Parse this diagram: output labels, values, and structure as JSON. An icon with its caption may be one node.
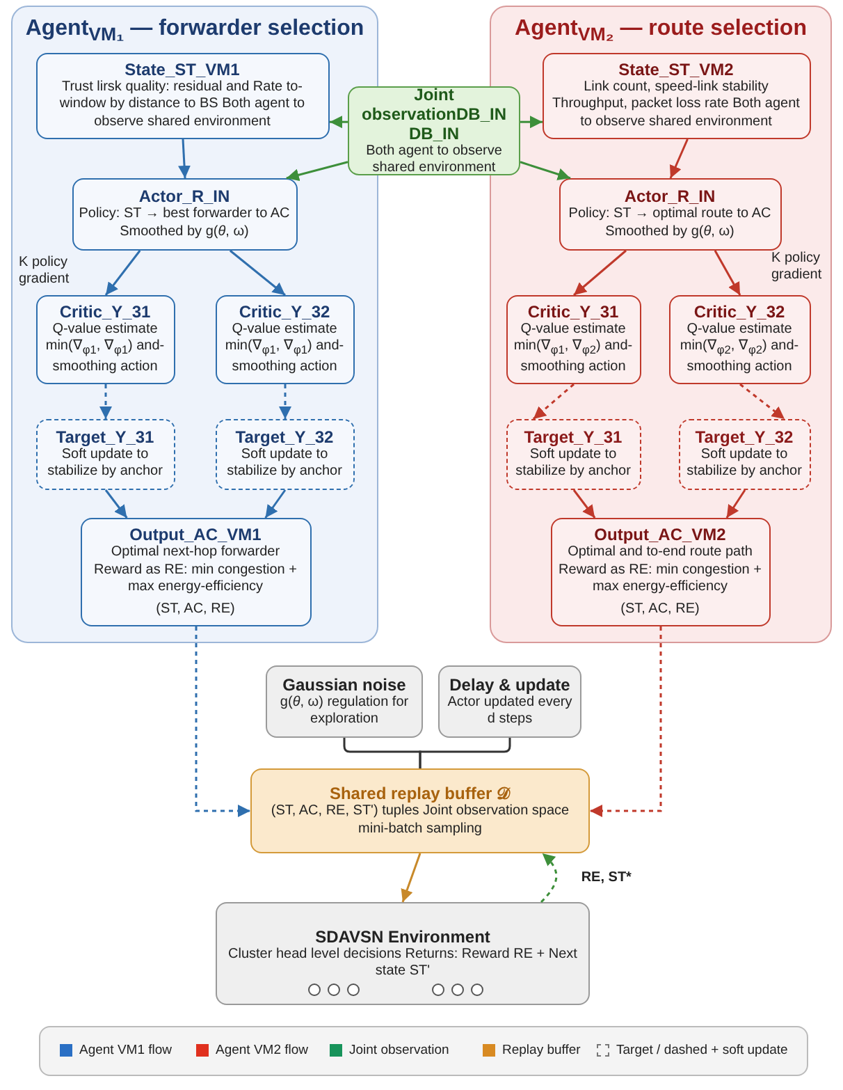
{
  "diagram": {
    "nodes": [
      {
        "text": [
          "Agent$_{VM₁}$ — forwarder selection"
        ]
      },
      {
        "text": [
          "State_ST_VM1",
          "Trust lirsk quality: residual and Rate to-window by distance to BS Both agent to observe shared environment"
        ],
        "in": 0
      },
      {
        "text": [
          "Actor_R_IN",
          "Policy: ST → best forwarder to AC Smoothed by g(*θ*, ω)"
        ],
        "in": 0
      },
      {
        "text": [
          "Critic_Y_31",
          "Q-value estimate min(∇$_{φ1}$, ∇$_{φ1}$) and-smoothing action"
        ],
        "in": 0
      },
      {
        "text": [
          "Critic_Y_32",
          "Q-value estimate min(∇$_{φ1}$, ∇$_{φ1}$) and-smoothing action"
        ],
        "in": 0
      },
      {
        "text": [
          "Target_Y_31",
          "Soft update to stabilize by anchor"
        ],
        "in": 0
      },
      {
        "text": [
          "Target_Y_32",
          "Soft update to stabilize by anchor"
        ],
        "in": 0
      },
      {
        "text": [
          "Output_AC_VM1",
          "Optimal next-hop forwarder Reward as RE: min congestion + max energy-efficiency",
          "(ST, AC, RE)"
        ],
        "in": 0
      },
      {
        "text": [
          "Joint observationDB_IN DB_IN",
          "Both agent to observe shared environment"
        ]
      },
      {
        "text": [
          "Agent$_{VM₂}$ — route selection"
        ]
      },
      {
        "text": [
          "State_ST_VM2",
          "Link count, speed-link stability Throughput, packet loss rate Both agent to observe shared environment"
        ],
        "in": 9
      },
      {
        "text": [
          "Actor_R_IN",
          "Policy: ST → optimal route to AC Smoothed by g(*θ*, ω)"
        ],
        "in": 9
      },
      {
        "text": [
          "Critic_Y_31",
          "Q-value estimate min(∇$_{φ1}$, ∇$_{φ2}$) and-smoothing action"
        ],
        "in": 9
      },
      {
        "text": [
          "Critic_Y_32",
          "Q-value estimate min(∇$_{φ2}$, ∇$_{φ2}$) and-smoothing action"
        ],
        "in": 9
      },
      {
        "text": [
          "Target_Y_31",
          "Soft update to stabilize by anchor"
        ],
        "in": 9
      },
      {
        "text": [
          "Target_Y_32",
          "Soft update to stabilize by anchor"
        ],
        "in": 9
      },
      {
        "text": [
          "Output_AC_VM2",
          "Optimal and to-end route path Reward as RE: min congestion + max energy-efficiency",
          "(ST, AC, RE)"
        ],
        "in": 9
      },
      {
        "text": [
          "Gaussian noise",
          "g(*θ*, ω) regulation for exploration"
        ]
      },
      {
        "text": [
          "Delay & update",
          "Actor updated every d steps"
        ]
      },
      {
        "text": [
          "Shared replay buffer 𝒟",
          "(ST, AC, RE, ST') tuples Joint observation space mini-batch sampling"
        ]
      },
      {
        "text": [
          "SDAVSN Environment",
          "Cluster head level decisions Returns: Reward RE + Next state ST'"
        ]
      }
    ],
    "edges": [
      {
        "from": 1,
        "to": 2,
        "arrow": "to",
        "color": "#2f6fae"
      },
      {
        "from": 8,
        "to": 1,
        "arrow": "to",
        "color": "#3d8f3a"
      },
      {
        "from": 8,
        "to": 2,
        "arrow": "to",
        "color": "#3d8f3a"
      },
      {
        "from": 2,
        "to": 3,
        "arrow": "to",
        "color": "#2f6fae"
      },
      {
        "from": 2,
        "to": 4,
        "arrow": "to",
        "color": "#2f6fae"
      },
      {
        "from": 3,
        "to": 5,
        "arrow": "to",
        "style": "dashed",
        "color": "#2f6fae"
      },
      {
        "from": 4,
        "to": 6,
        "arrow": "to",
        "style": "dashed",
        "color": "#2f6fae"
      },
      {
        "from": 5,
        "to": 7,
        "arrow": "to",
        "color": "#2f6fae"
      },
      {
        "from": 6,
        "to": 7,
        "arrow": "to",
        "color": "#2f6fae"
      },
      {
        "from": 8,
        "to": 10,
        "arrow": "to",
        "color": "#3d8f3a"
      },
      {
        "from": 8,
        "to": 11,
        "arrow": "to",
        "color": "#3d8f3a"
      },
      {
        "from": 10,
        "to": 11,
        "arrow": "to",
        "color": "#c0392b"
      },
      {
        "from": 11,
        "to": 12,
        "arrow": "to",
        "color": "#c0392b"
      },
      {
        "from": 11,
        "to": 13,
        "arrow": "to",
        "color": "#c0392b"
      },
      {
        "from": 12,
        "to": 14,
        "arrow": "to",
        "style": "dashed",
        "color": "#c0392b"
      },
      {
        "from": 13,
        "to": 15,
        "arrow": "to",
        "style": "dashed",
        "color": "#c0392b"
      },
      {
        "from": 14,
        "to": 16,
        "arrow": "to",
        "color": "#c0392b"
      },
      {
        "from": 15,
        "to": 16,
        "arrow": "to",
        "color": "#c0392b"
      },
      {
        "from": 7,
        "to": 19,
        "arrow": "to",
        "style": "dashed",
        "color": "#2f6fae"
      },
      {
        "from": 16,
        "to": 19,
        "arrow": "to",
        "style": "dashed",
        "color": "#c0392b"
      },
      {
        "from": 17,
        "to": 19,
        "arrow": "none",
        "color": "#333333"
      },
      {
        "from": 18,
        "to": 19,
        "arrow": "none",
        "color": "#333333"
      },
      {
        "from": 19,
        "to": 20,
        "arrow": "to",
        "color": "#c8892a"
      },
      {
        "from": 20,
        "to": 19,
        "arrow": "to",
        "style": "dashed",
        "color": "#3d8f3a",
        "label": "RE, ST*"
      }
    ],
    "labels": [
      "K policy gradient",
      "K policy gradient"
    ],
    "legend": [
      {
        "text": "Agent VM1 flow",
        "color": "#2a6fc4"
      },
      {
        "text": "Agent VM2 flow",
        "color": "#e0301e"
      },
      {
        "text": "Joint observation",
        "color": "#17935a"
      },
      {
        "text": "Replay buffer",
        "color": "#d88a22"
      },
      {
        "text": "Target / dashed + soft update"
      }
    ]
  }
}
